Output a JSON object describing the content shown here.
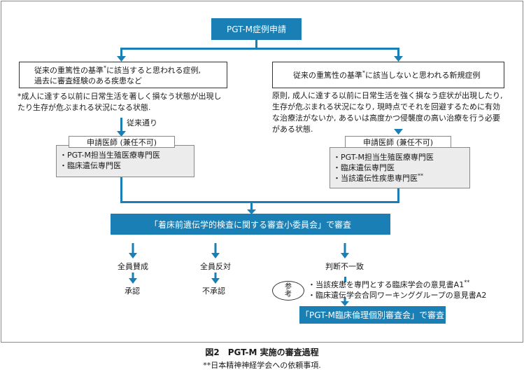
{
  "top_box": "PGT-M症例申請",
  "left_box": {
    "line1_pre": "従来の重篤性の基準",
    "line1_mark": "*",
    "line1_post": "に該当すると思われる症例,",
    "line2": "過去に審査経験のある疾患など"
  },
  "right_box": {
    "pre": "従来の重篤性の基準",
    "mark": "*",
    "post": "に該当しないと思われる新規症例"
  },
  "left_note": {
    "line1": "*成人に達する以前に日常生活を著しく損なう状態が出現し",
    "line2": "たり生存が危ぶまれる状況になる状態."
  },
  "right_note": {
    "line1": "原則, 成人に達する以前に日常生活を強く損なう症状が出現したり,",
    "line2": "生存が危ぶまれる状況になり, 現時点でそれを回避するために有効",
    "line3": "な治療法がないか, あるいは高度かつ侵襲度の高い治療を行う必要",
    "line4": "がある状態."
  },
  "as_before": "従来通り",
  "left_applicant": {
    "header": "申請医師 (兼任不可)",
    "items": [
      "・PGT-M担当生殖医療専門医",
      "・臨床遺伝専門医"
    ]
  },
  "right_applicant": {
    "header": "申請医師 (兼任不可)",
    "items": [
      "・PGT-M担当生殖医療専門医",
      "・臨床遺伝専門医",
      "・当該遺伝性疾患専門医"
    ],
    "item3_mark": "**"
  },
  "committee_box": "「着床前遺伝学的検査に関する審査小委員会」で審査",
  "outcomes": {
    "unanimous_approve": "全員賛成",
    "approve": "承認",
    "unanimous_oppose": "全員反対",
    "disapprove": "不承認",
    "no_consensus": "判断不一致"
  },
  "reference": {
    "label": "参考",
    "item1": "・当該疾患を専門とする臨床学会の意見書A1",
    "item1_mark": "**",
    "item2": "・臨床遺伝学会合同ワーキンググループの意見書A2"
  },
  "ethics_box": "「PGT-M臨床倫理個別審査会」で審査",
  "caption": {
    "title": "図2　PGT-M 実施の審査過程",
    "footnote": "**日本精神神経学会への依頼事項."
  },
  "colors": {
    "accent": "#1a7fb4",
    "grey_box": "#ececec"
  }
}
